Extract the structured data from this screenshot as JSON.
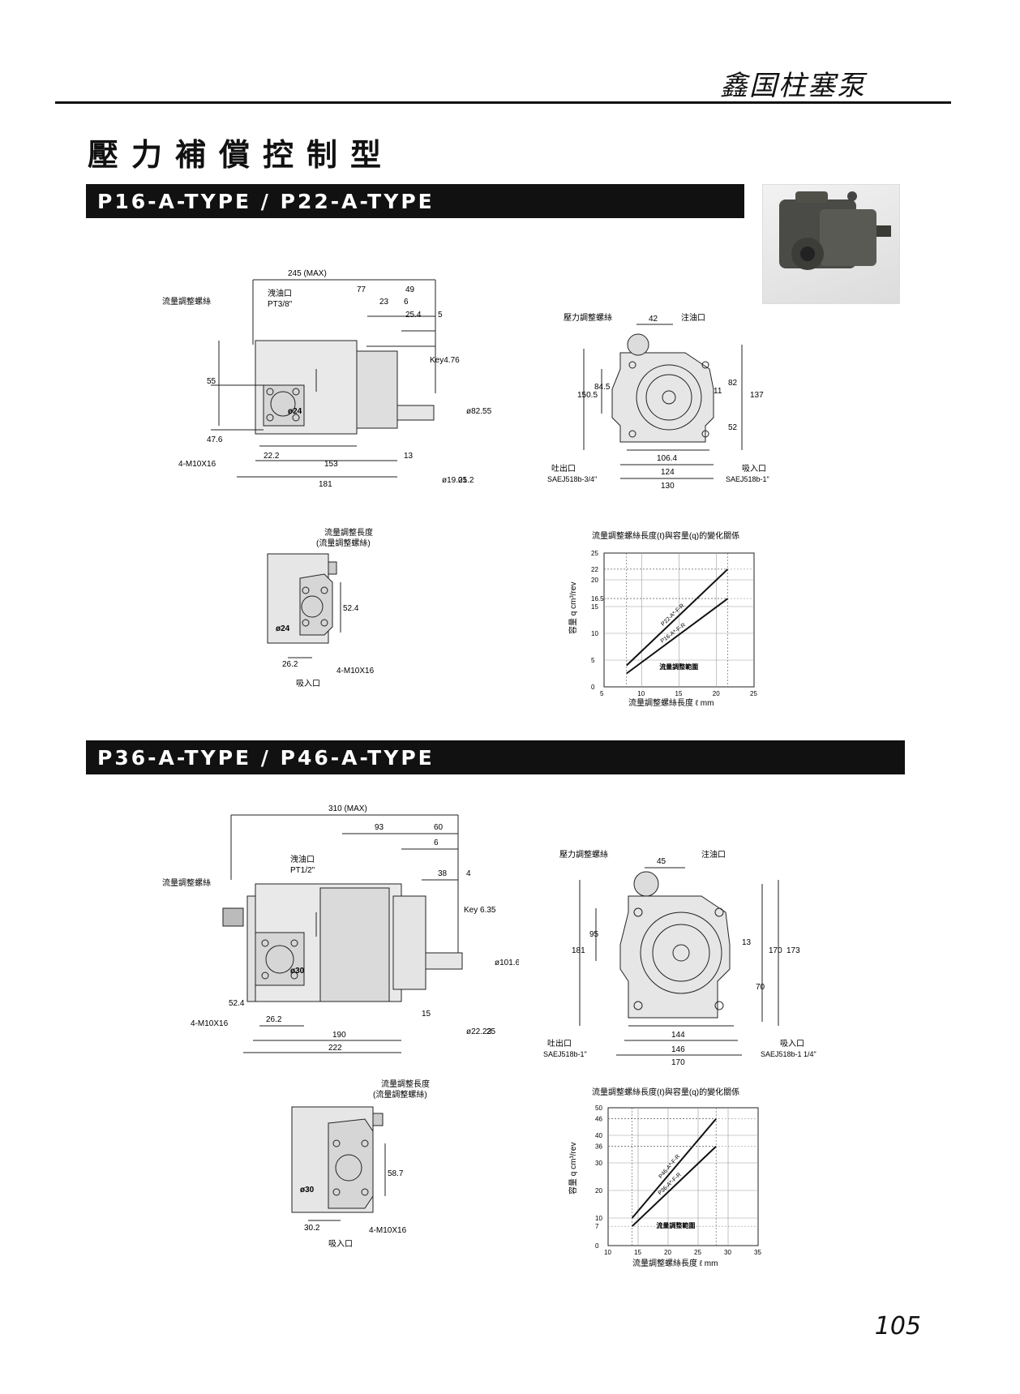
{
  "header": {
    "brand": "鑫国柱塞泵"
  },
  "page_title": "壓力補償控制型",
  "sections": [
    {
      "bar_label": "P16-A-TYPE / P22-A-TYPE",
      "side": {
        "overall": "245 (MAX)",
        "drain_port": "洩油口",
        "drain_thread": "PT3/8\"",
        "flow_screw": "流量調整螺絲",
        "d77": "77",
        "d49": "49",
        "d23": "23",
        "d6": "6",
        "d25_4": "25.4",
        "d5": "5",
        "key": "Key4.76",
        "d55": "55",
        "d47_6": "47.6",
        "d22_2": "22.2",
        "d13": "13",
        "d153": "153",
        "d181": "181",
        "bolts": "4-M10X16",
        "dia": "ø24",
        "shaft1": "ø19.05",
        "shaft2": "21.2",
        "shaft3": "ø82.55"
      },
      "front": {
        "pressure_screw": "壓力調整螺絲",
        "fill_port": "注油口",
        "d42": "42",
        "d150_5": "150.5",
        "d84_5": "84.5",
        "d82": "82",
        "d11": "11",
        "d52": "52",
        "d137": "137",
        "d106_4": "106.4",
        "d124": "124",
        "d130": "130",
        "outlet": "吐出口",
        "outlet_spec": "SAEJ518b-3/4\"",
        "inlet": "吸入口",
        "inlet_spec": "SAEJ518b-1\""
      },
      "bottom": {
        "len_label": "流量調整長度",
        "len_sub": "(流量調整螺絲)",
        "dia": "ø24",
        "d52_4": "52.4",
        "d26_2": "26.2",
        "bolts": "4-M10X16",
        "inlet": "吸入口"
      },
      "chart": {
        "title": "流量調整螺絲長度(ℓ)與容量(q)的變化關係",
        "ylabel": "容量 q cm³/rev",
        "xlabel": "流量調整螺絲長度 ℓ mm",
        "range_label": "流量調整範圍",
        "yticks": [
          "25",
          "22",
          "20",
          "16.5",
          "15",
          "10",
          "5",
          "0"
        ],
        "xticks": [
          "5",
          "10",
          "15",
          "20",
          "25"
        ]
      }
    },
    {
      "bar_label": "P36-A-TYPE / P46-A-TYPE",
      "side": {
        "overall": "310 (MAX)",
        "drain_port": "洩油口",
        "drain_thread": "PT1/2\"",
        "flow_screw": "流量調整螺絲",
        "d93": "93",
        "d60": "60",
        "d6": "6",
        "d38": "38",
        "d4": "4",
        "key": "Key 6.35",
        "d52_4": "52.4",
        "d26_2": "26.2",
        "d15": "15",
        "d190": "190",
        "d222": "222",
        "bolts": "4-M10X16",
        "dia": "ø30",
        "shaft1": "ø22.23",
        "shaft2": "25",
        "shaft3": "ø101.6"
      },
      "front": {
        "pressure_screw": "壓力調整螺絲",
        "fill_port": "注油口",
        "d45": "45",
        "d181": "181",
        "d95": "95",
        "d13": "13",
        "d70": "70",
        "d170": "170",
        "d173": "173",
        "d144": "144",
        "d146": "146",
        "d170b": "170",
        "outlet": "吐出口",
        "outlet_spec": "SAEJ518b-1\"",
        "inlet": "吸入口",
        "inlet_spec": "SAEJ518b-1 1/4\""
      },
      "bottom": {
        "len_label": "流量調整長度",
        "len_sub": "(流量調整螺絲)",
        "dia": "ø30",
        "d58_7": "58.7",
        "d30_2": "30.2",
        "bolts": "4-M10X16",
        "inlet": "吸入口"
      },
      "chart": {
        "title": "流量調整螺絲長度(ℓ)與容量(q)的變化關係",
        "ylabel": "容量 q cm³/rev",
        "xlabel": "流量調整螺絲長度 ℓ mm",
        "range_label": "流量調整範圍",
        "yticks": [
          "50",
          "46",
          "40",
          "36",
          "30",
          "20",
          "10",
          "7",
          "0"
        ],
        "xticks": [
          "10",
          "15",
          "20",
          "25",
          "30",
          "35"
        ]
      }
    }
  ],
  "chart_data": [
    {
      "type": "line",
      "title": "流量調整螺絲長度(ℓ)與容量(q)的變化關係",
      "xlabel": "流量調整螺絲長度 ℓ mm",
      "ylabel": "容量 q cm³/rev",
      "xlim": [
        5,
        25
      ],
      "ylim": [
        0,
        25
      ],
      "series": [
        {
          "name": "P22-A*-F-R",
          "x": [
            8,
            21.5
          ],
          "y": [
            4,
            22
          ]
        },
        {
          "name": "P16-A*-F-R",
          "x": [
            8,
            21.5
          ],
          "y": [
            2.5,
            16.5
          ]
        }
      ],
      "grid": true
    },
    {
      "type": "line",
      "title": "流量調整螺絲長度(ℓ)與容量(q)的變化關係",
      "xlabel": "流量調整螺絲長度 ℓ mm",
      "ylabel": "容量 q cm³/rev",
      "xlim": [
        10,
        35
      ],
      "ylim": [
        0,
        50
      ],
      "series": [
        {
          "name": "P46-A*-F-R",
          "x": [
            14,
            28
          ],
          "y": [
            10,
            46
          ]
        },
        {
          "name": "P36-A*-F-R",
          "x": [
            14,
            28
          ],
          "y": [
            7,
            36
          ]
        }
      ],
      "grid": true
    }
  ]
}
